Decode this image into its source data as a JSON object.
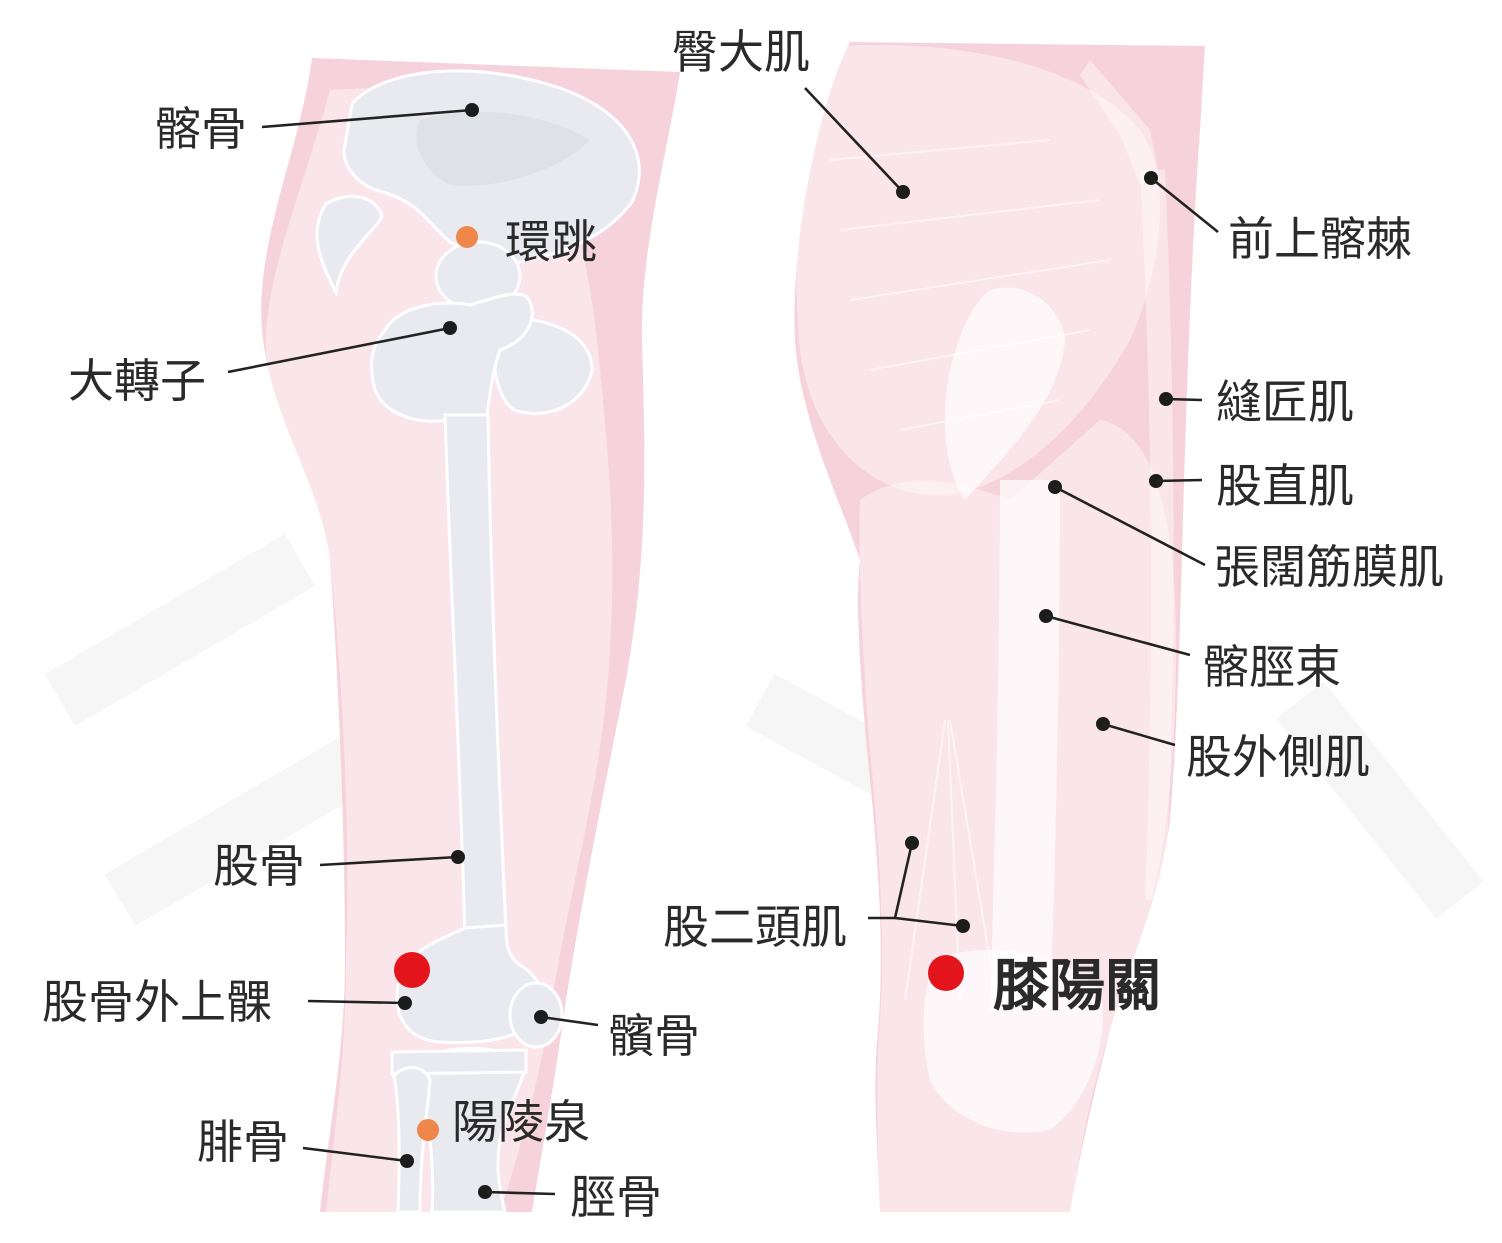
{
  "bone_view": {
    "ilium": "髂骨",
    "huantiao": "環跳",
    "greater_trochanter": "大轉子",
    "femur": "股骨",
    "lateral_epicondyle": "股骨外上髁",
    "patella": "髕骨",
    "yanglingquan": "陽陵泉",
    "fibula": "腓骨",
    "tibia": "脛骨"
  },
  "muscle_view": {
    "gluteus_maximus": "臀大肌",
    "asis": "前上髂棘",
    "sartorius": "縫匠肌",
    "rectus_femoris": "股直肌",
    "tensor_fasciae_latae": "張闊筋膜肌",
    "iliotibial_tract": "髂脛束",
    "vastus_lateralis": "股外側肌",
    "biceps_femoris": "股二頭肌"
  },
  "highlight": {
    "xiyangguan": "膝陽關"
  },
  "colors": {
    "skin": "#f6d3dc",
    "bone": "#e9eaef",
    "marker_dot": "#1c1c1c",
    "acupoint_secondary": "#f0874a",
    "acupoint_primary": "#e3141b"
  }
}
